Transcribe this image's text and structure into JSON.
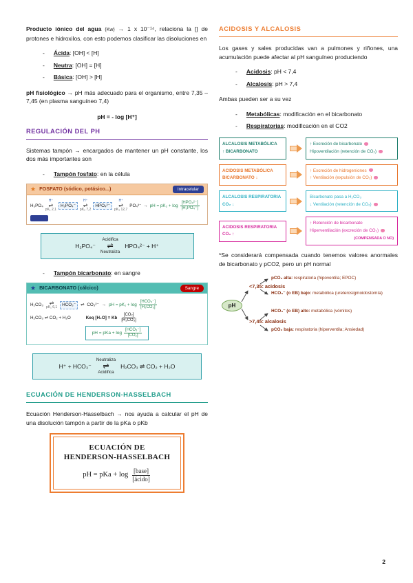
{
  "symbols": {
    "dash": "-",
    "harpoon": "⇌",
    "arrow": "→",
    "star": "★"
  },
  "palette": {
    "heading_purple": "#7030a0",
    "heading_teal": "#1f9c8a",
    "heading_orange": "#ed7d31",
    "maroon": "#8a2e10",
    "row1": "#1d7d6b",
    "row2": "#e8762c",
    "row3": "#2bb0c4",
    "row4": "#d6279c",
    "badge_navy": "#2e3f94",
    "badge_red": "#c00000",
    "formula_green": "#2e8b57",
    "eqbox_teal": "#2f9fa8",
    "ph_node_green": "#d7e8c9"
  },
  "left": {
    "intro_bold": "Producto iónico del agua",
    "intro_kw": "(Kw)",
    "intro_rest": "→ 1 x 10⁻¹⁴, relaciona la [] de protones e hidroxilos, con esto podemos clasificar las disoluciones en",
    "acid_list": [
      {
        "term": "Ácida",
        "rest": ": [OH] < [H]"
      },
      {
        "term": "Neutra",
        "rest": ": [OH] = [H]"
      },
      {
        "term": "Básica",
        "rest": ": [OH] > [H]"
      }
    ],
    "ph_fisio_bold": "pH fisiológico",
    "ph_fisio_rest": "→ pH más adecuado para el organismo, entre 7,35 – 7,45 (en plasma sanguíneo 7,4)",
    "ph_formula": "pH = - log [H⁺]",
    "regulacion_heading": "REGULACIÓN DEL PH",
    "sistemas_text": "Sistemas tampón → encargados de mantener un pH constante, los dos más importantes son",
    "fosfato_bullet_term": "Tampón fosfato",
    "fosfato_bullet_rest": ": en la célula",
    "fosfato_box": {
      "title": "FOSFATO (sódico, potásico...)",
      "badge": "Intracelular",
      "s1": "H₃PO₄",
      "a1_top": "H⁺",
      "a1_bot": "pK₁ 2,1",
      "s2": "H₂PO₄⁻",
      "a2_top": "H⁺",
      "a2_bot": "pK₂ 7,2",
      "s3": "HPO₄²⁻",
      "a3_top": "H⁺",
      "a3_bot": "pK₃ 12,7",
      "s4": "PO₄³⁻",
      "formula_lhs": "pH = pK₂ + log",
      "frac_num": "[HPO₄²⁻]",
      "frac_den": "[H₂PO₄⁻]"
    },
    "fosfato_eq": {
      "lhs": "H₂PO₄⁻",
      "top": "Acidifica",
      "bottom": "Neutraliza",
      "rhs": "HPO₄²⁻ + H⁺"
    },
    "bicarbonato_bullet_term": "Tampón bicarbonato",
    "bicarbonato_bullet_rest": ": en sangre",
    "bicarbonato_box": {
      "title": "BICARBONATO (cálcico)",
      "badge": "Sangre",
      "l1_s1": "H₂CO₃",
      "l1_a1_bot": "pK₁ 6,1",
      "l1_s2": "HCO₃⁻",
      "l1_s3": "CO₃²⁻",
      "l1_formula_lhs": "pH = pK₁ + log",
      "l1_frac_num": "[HCO₃⁻]",
      "l1_frac_den": "[H₂CO₃]",
      "l2_eq": "H₂CO₃ ⇌ CO₂ + H₂O",
      "l2_keq": "Keq [H₂O] = Kb",
      "l2_frac_num": "[CO₂]",
      "l2_frac_den": "[H₂CO₃]",
      "l3_lhs": "pH = pKa + log",
      "l3_frac_num": "[HCO₃⁻]",
      "l3_frac_den": "[CO₂]"
    },
    "bicarbonato_eq": {
      "lhs": "H⁺ + HCO₃⁻",
      "top": "Neutraliza",
      "bottom": "Acidifica",
      "rhs": "H₂CO₃ ⇌ CO₂ + H₂O"
    },
    "henderson_heading": "ECUACIÓN DE HENDERSON-HASSELBACH",
    "henderson_text": "Ecuación Henderson-Hasselbach → nos ayuda a calcular el pH de una disolución tampón a partir de la pKa o pKb",
    "henderson_box": {
      "title1": "ECUACIÓN DE",
      "title2": "HENDERSON-HASSELBACH",
      "lhs": "pH = pKa + log",
      "frac_num": "[base]",
      "frac_den": "[ácido]"
    }
  },
  "right": {
    "heading": "ACIDOSIS Y ALCALOSIS",
    "intro": "Los gases y sales producidas van a pulmones y riñones, una acumulación puede afectar al pH sanguíneo produciendo",
    "ph_list": [
      {
        "term": "Acidosis",
        "rest": ": pH < 7,4"
      },
      {
        "term": "Alcalosis",
        "rest": ": pH > 7,4"
      }
    ],
    "ambas": "Ambas pueden ser a su vez",
    "tipo_list": [
      {
        "term": "Metabólicas",
        "rest": ": modificación en el bicarbonato"
      },
      {
        "term": "Respiratorias",
        "rest": ": modificación en el CO2"
      }
    ],
    "matrix": [
      {
        "left1": "ALCALOSIS METABÓLICA",
        "left2": "↑ BICARBONATO",
        "right1": "↑ Excreción de bicarbonato",
        "right2": "Hipoventilación (retención de CO₂)"
      },
      {
        "left1": "ACIDOSIS METABÓLICA",
        "left2": "BICARBONATO ↓",
        "right1": "↑ Excreción de hidrogeniones",
        "right2": "↑ Ventilación (expulsión de CO₂)"
      },
      {
        "left1": "ALCALOSIS RESPIRATORIA",
        "left2": "CO₂ ↓",
        "right1": "Bicarbonato pasa a H₂CO₃",
        "right2": "↓ Ventilación (retención de CO₂)"
      },
      {
        "left1": "ACIDOSIS RESPIRATORIA",
        "left2": "CO₂ ↑",
        "right1": "↑ Retención de bicarbonato",
        "right2": "Hiperventilación (excreción de CO₂)",
        "note": "(COMPENSADA O NO)"
      }
    ],
    "note": "*Se considerará compensada cuando tenemos valores anormales de bicarbonato y pCO2, pero un pH normal",
    "tree": {
      "root": "pH",
      "branch_acidosis": "<7,35: acidosis",
      "branch_alcalosis": ">7,45: alcalosis",
      "leaves": [
        {
          "bold": "pCO₂ alta:",
          "rest": "respiratoria (hipoventila; EPOC)"
        },
        {
          "bold": "HCO₃⁻ (o EB) bajo:",
          "rest": "metabólica (ureterosigmoidostomía)"
        },
        {
          "bold": "HCO₃⁻ (o EB) alto:",
          "rest": "metabólica (vómitos)"
        },
        {
          "bold": "pCO₂ baja:",
          "rest": "respiratoria (hiperventila; Ansiedad)"
        }
      ]
    }
  },
  "page_number": "2"
}
